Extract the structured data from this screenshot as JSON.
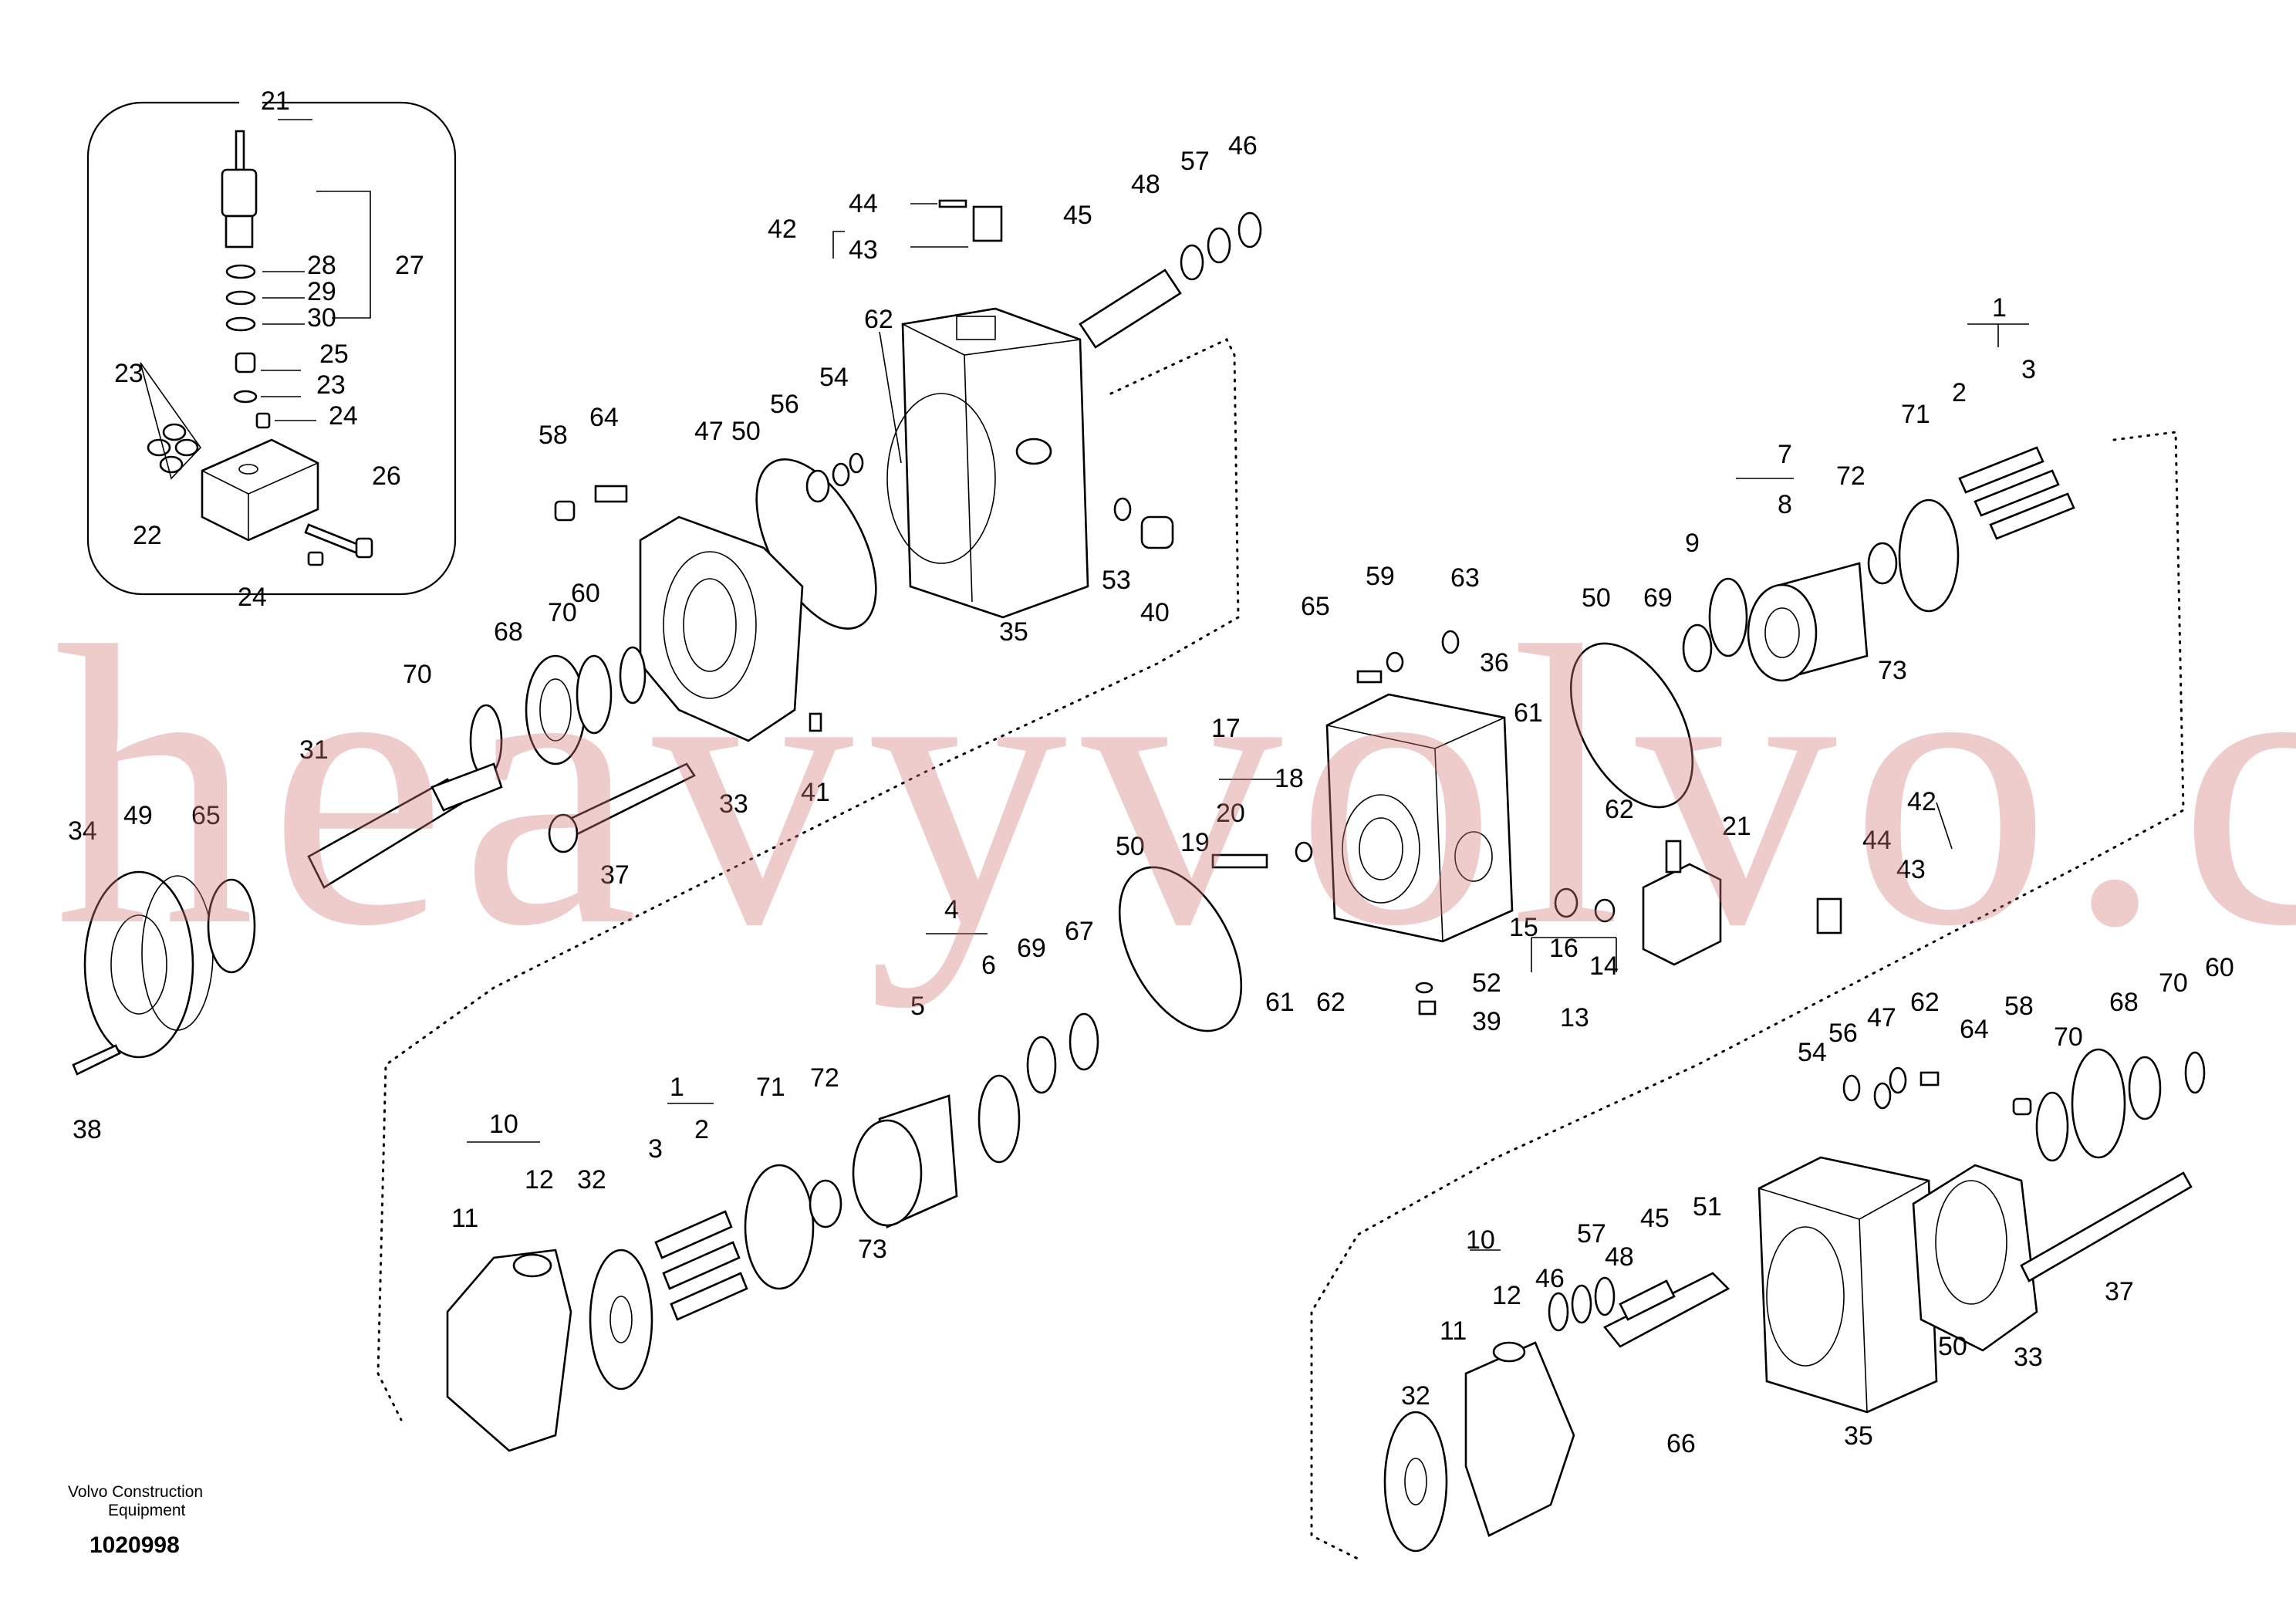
{
  "diagram": {
    "callouts": [
      "21",
      "27",
      "28",
      "29",
      "30",
      "25",
      "23",
      "24",
      "26",
      "22",
      "23",
      "24",
      "42",
      "44",
      "43",
      "45",
      "48",
      "57",
      "46",
      "62",
      "56",
      "54",
      "47",
      "50",
      "58",
      "64",
      "53",
      "40",
      "35",
      "70",
      "68",
      "70",
      "60",
      "33",
      "41",
      "31",
      "37",
      "34",
      "49",
      "65",
      "38",
      "1",
      "2",
      "3",
      "71",
      "7",
      "9",
      "8",
      "72",
      "73",
      "65",
      "59",
      "63",
      "36",
      "50",
      "69",
      "17",
      "18",
      "20",
      "19",
      "61",
      "62",
      "50",
      "15",
      "16",
      "14",
      "13",
      "52",
      "39",
      "61",
      "62",
      "21",
      "42",
      "44",
      "43",
      "4",
      "5",
      "6",
      "69",
      "67",
      "10",
      "11",
      "12",
      "32",
      "1",
      "3",
      "2",
      "71",
      "72",
      "73",
      "54",
      "56",
      "47",
      "62",
      "64",
      "58",
      "70",
      "68",
      "70",
      "60",
      "10",
      "11",
      "12",
      "46",
      "57",
      "48",
      "45",
      "51",
      "32",
      "66",
      "35",
      "50",
      "33",
      "37"
    ],
    "footer": {
      "company_line1": "Volvo Construction",
      "company_line2": "Equipment",
      "drawing_number": "1020998"
    },
    "watermark": "heavyvolvo.com",
    "colors": {
      "ink": "#000000",
      "paper": "#ffffff",
      "watermark": "#d67878"
    }
  }
}
